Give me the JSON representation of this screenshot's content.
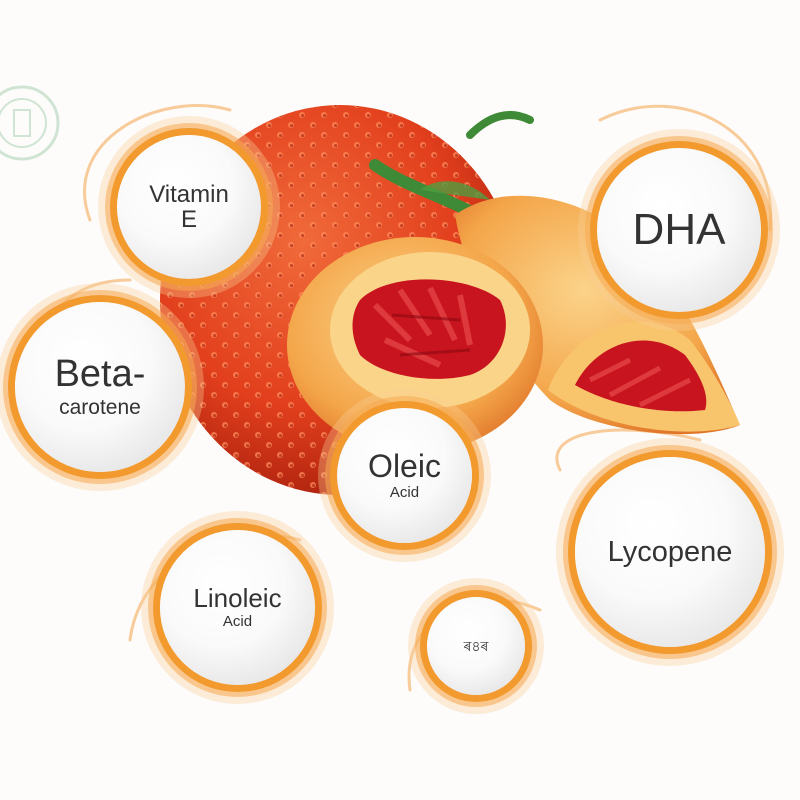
{
  "bubbles": {
    "vitamin_e": {
      "line1": "Vitamin",
      "line2": "E"
    },
    "dha": {
      "label": "DHA"
    },
    "beta_carotene": {
      "line1": "Beta-",
      "line2": "carotene"
    },
    "oleic_acid": {
      "line1": "Oleic",
      "line2": "Acid"
    },
    "lycopene": {
      "label": "Lycopene"
    },
    "linoleic_acid": {
      "line1": "Linoleic",
      "line2": "Acid"
    },
    "small": {
      "label": "ৰ৪ৰ"
    }
  },
  "colors": {
    "ring": "#f29a2e",
    "fruit_skin": "#e8431e",
    "fruit_flesh": "#f7b45a",
    "fruit_aril": "#c8141e",
    "stem": "#3f8a36",
    "text": "#333333"
  }
}
